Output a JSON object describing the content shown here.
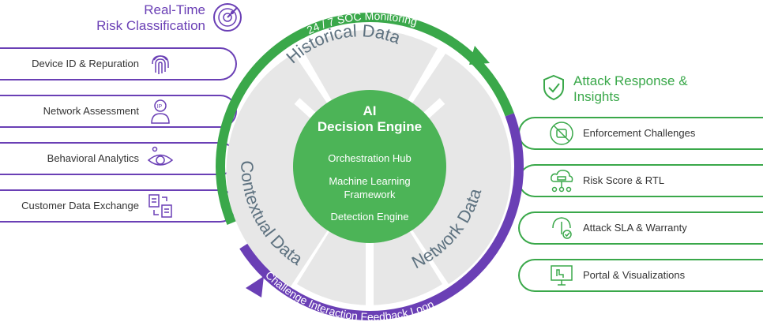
{
  "left_header": {
    "line1": "Real-Time",
    "line2": "Risk Classification",
    "icon": "radar-icon"
  },
  "right_header": {
    "line1": "Attack Response &",
    "line2": "Insights",
    "icon": "shield-check-icon"
  },
  "left_items": [
    {
      "label": "Device ID & Repuration",
      "icon": "fingerprint-icon"
    },
    {
      "label": "Network Assessment",
      "icon": "ip-user-icon"
    },
    {
      "label": "Behavioral Analytics",
      "icon": "eye-icon"
    },
    {
      "label": "Customer Data Exchange",
      "icon": "document-exchange-icon"
    }
  ],
  "right_items": [
    {
      "label": "Enforcement Challenges",
      "icon": "no-bot-icon"
    },
    {
      "label": "Risk Score & RTL",
      "icon": "cloud-server-icon"
    },
    {
      "label": "Attack SLA & Warranty",
      "icon": "tools-check-icon"
    },
    {
      "label": "Portal & Visualizations",
      "icon": "monitor-hand-icon"
    }
  ],
  "center": {
    "title_line1": "AI",
    "title_line2": "Decision Engine",
    "line1": "Orchestration Hub",
    "line2a": "Machine Learning",
    "line2b": "Framework",
    "line3": "Detection Engine"
  },
  "segments": {
    "top": "Historical Data",
    "left": "Contextual Data",
    "right": "Network Data"
  },
  "arcs": {
    "top": "24 / 7 SOC Monitoring",
    "bottom": "Challenge Interaction Feedback Loop"
  },
  "colors": {
    "purple": "#6a3fb5",
    "green": "#3aa84a",
    "gray": "#e8e8e8",
    "center": "#4cb457"
  }
}
